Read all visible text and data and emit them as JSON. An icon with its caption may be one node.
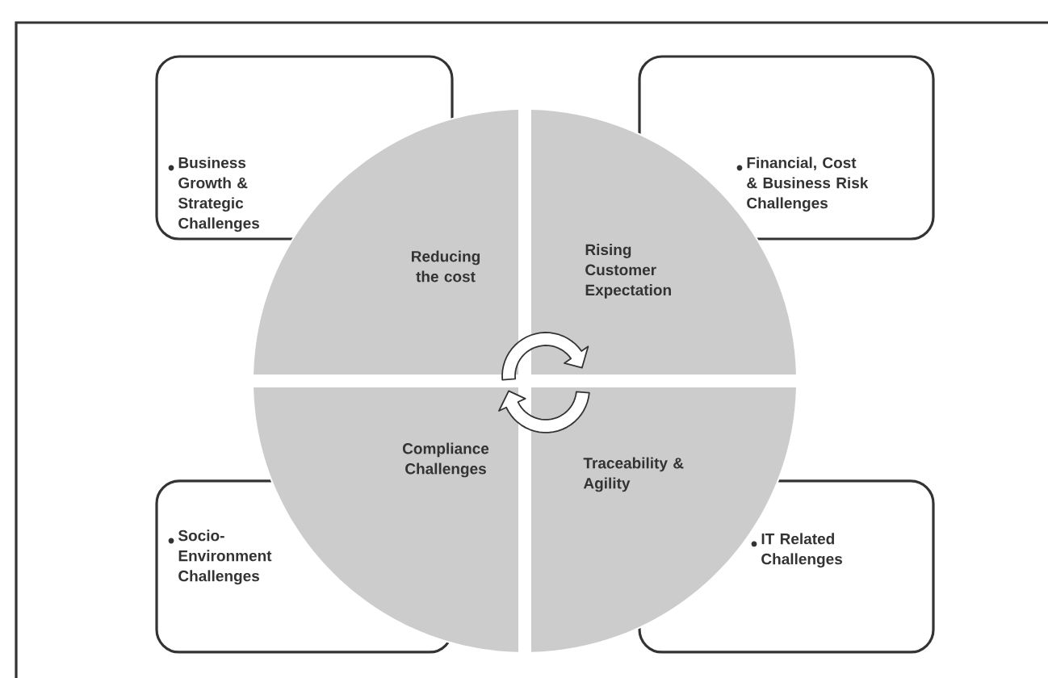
{
  "diagram": {
    "nodes": [
      {
        "text": [
          "Business Growth & Strategic Challenges"
        ]
      },
      {
        "text": [
          "Financial, Cost & Business Risk Challenges"
        ]
      },
      {
        "text": [
          "Socio-Environment Challenges"
        ]
      },
      {
        "text": [
          "IT Related Challenges"
        ]
      },
      {
        "text": [
          "Reducing the cost"
        ]
      },
      {
        "text": [
          "Rising Customer Expectation"
        ]
      },
      {
        "text": [
          "Compliance Challenges"
        ]
      },
      {
        "text": [
          "Traceability & Agility"
        ]
      }
    ]
  }
}
